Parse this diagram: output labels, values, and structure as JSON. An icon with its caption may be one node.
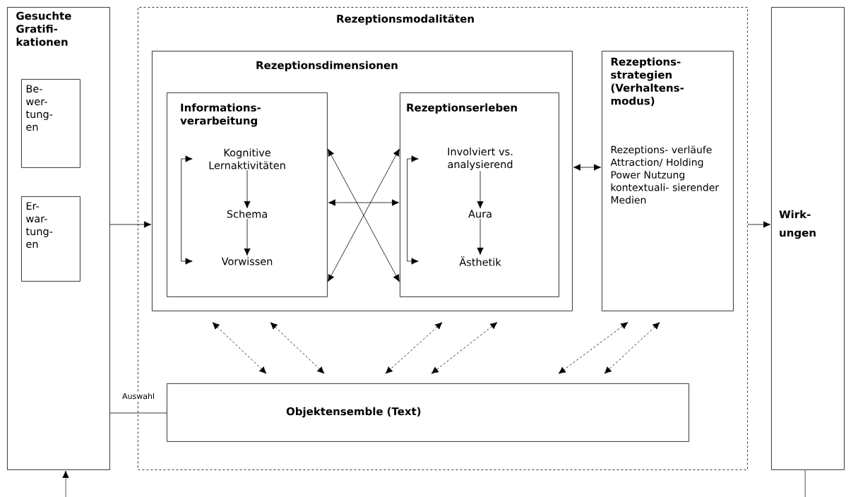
{
  "diagram": {
    "nodes": [
      {
        "text": [
          "Gesuchte Gratifi- kationen"
        ]
      },
      {
        "text": [
          "Be- wer- tung- en"
        ],
        "in": 0
      },
      {
        "text": [
          "Er- war- tung- en"
        ],
        "in": 0
      },
      {
        "text": [
          "Rezeptionsmodalitäten"
        ]
      },
      {
        "text": [
          "Rezeptionsdimensionen"
        ],
        "in": 3
      },
      {
        "text": [
          "Informations- verarbeitung"
        ],
        "in": 4
      },
      {
        "text": [
          "Kognitive Lernaktivitäten"
        ],
        "in": 5
      },
      {
        "text": [
          "Schema"
        ],
        "in": 5
      },
      {
        "text": [
          "Vorwissen"
        ],
        "in": 5
      },
      {
        "text": [
          "Rezeptionserleben"
        ],
        "in": 4
      },
      {
        "text": [
          "Involviert vs. analysierend"
        ],
        "in": 9
      },
      {
        "text": [
          "Aura"
        ],
        "in": 9
      },
      {
        "text": [
          "Ästhetik"
        ],
        "in": 9
      },
      {
        "text": [
          "Rezeptions- strategien (Verhaltens- modus)",
          "Rezeptions- verläufe Attraction/ Holding Power Nutzung kontextuali- sierender Medien"
        ],
        "in": 3
      },
      {
        "text": [
          "Objektensemble (Text)"
        ],
        "in": 3
      },
      {
        "text": [
          "Wirk- ungen"
        ]
      }
    ],
    "edges": [
      {
        "from": null,
        "to": 0,
        "arrow": "to"
      },
      {
        "from": 0,
        "to": 4,
        "arrow": "to"
      },
      {
        "from": 0,
        "to": 14,
        "arrow": "none",
        "label": "Auswahl"
      },
      {
        "from": 3,
        "to": 15,
        "arrow": "to"
      },
      {
        "from": 4,
        "to": 13,
        "arrow": "both"
      },
      {
        "from": 15,
        "to": null,
        "arrow": "none"
      },
      {
        "from": 5,
        "to": 9,
        "arrow": "both"
      },
      {
        "from": 5,
        "to": 9,
        "arrow": "both"
      },
      {
        "from": 5,
        "to": 9,
        "arrow": "both"
      },
      {
        "from": 6,
        "to": 7,
        "arrow": "to"
      },
      {
        "from": 7,
        "to": 8,
        "arrow": "to"
      },
      {
        "from": 6,
        "to": 8,
        "arrow": "both"
      },
      {
        "from": 10,
        "to": 11,
        "arrow": "to"
      },
      {
        "from": 11,
        "to": 12,
        "arrow": "to"
      },
      {
        "from": 10,
        "to": 12,
        "arrow": "both"
      },
      {
        "from": 4,
        "to": 14,
        "arrow": "both",
        "style": "dashed"
      },
      {
        "from": 4,
        "to": 14,
        "arrow": "both",
        "style": "dashed"
      },
      {
        "from": 4,
        "to": 14,
        "arrow": "both",
        "style": "dashed"
      },
      {
        "from": 4,
        "to": 14,
        "arrow": "both",
        "style": "dashed"
      },
      {
        "from": 13,
        "to": 14,
        "arrow": "both",
        "style": "dashed"
      },
      {
        "from": 13,
        "to": 14,
        "arrow": "both",
        "style": "dashed"
      }
    ]
  }
}
